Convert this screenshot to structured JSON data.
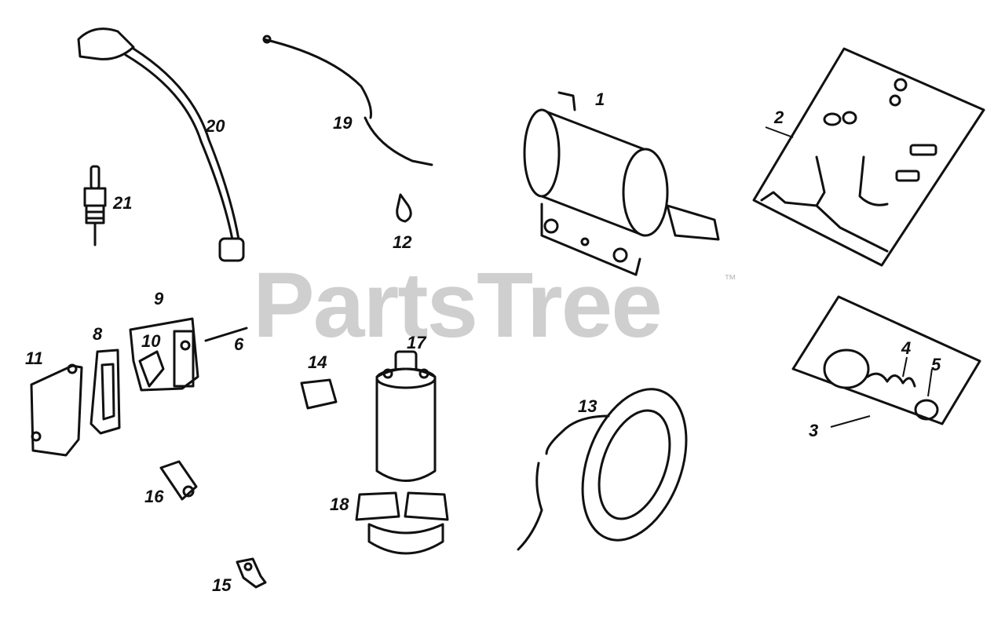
{
  "watermark": {
    "brand": "PartsTree",
    "tm": "™"
  },
  "callouts": {
    "n1": "1",
    "n2": "2",
    "n3": "3",
    "n4": "4",
    "n5": "5",
    "n6": "6",
    "n8": "8",
    "n9": "9",
    "n10": "10",
    "n11": "11",
    "n12": "12",
    "n13": "13",
    "n14": "14",
    "n15": "15",
    "n16": "16",
    "n17": "17",
    "n18": "18",
    "n19": "19",
    "n20": "20",
    "n21": "21"
  }
}
